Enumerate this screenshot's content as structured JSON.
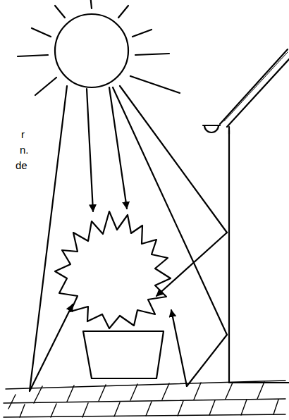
{
  "diagram": {
    "labels": [
      "r",
      "n.",
      "de"
    ]
  }
}
